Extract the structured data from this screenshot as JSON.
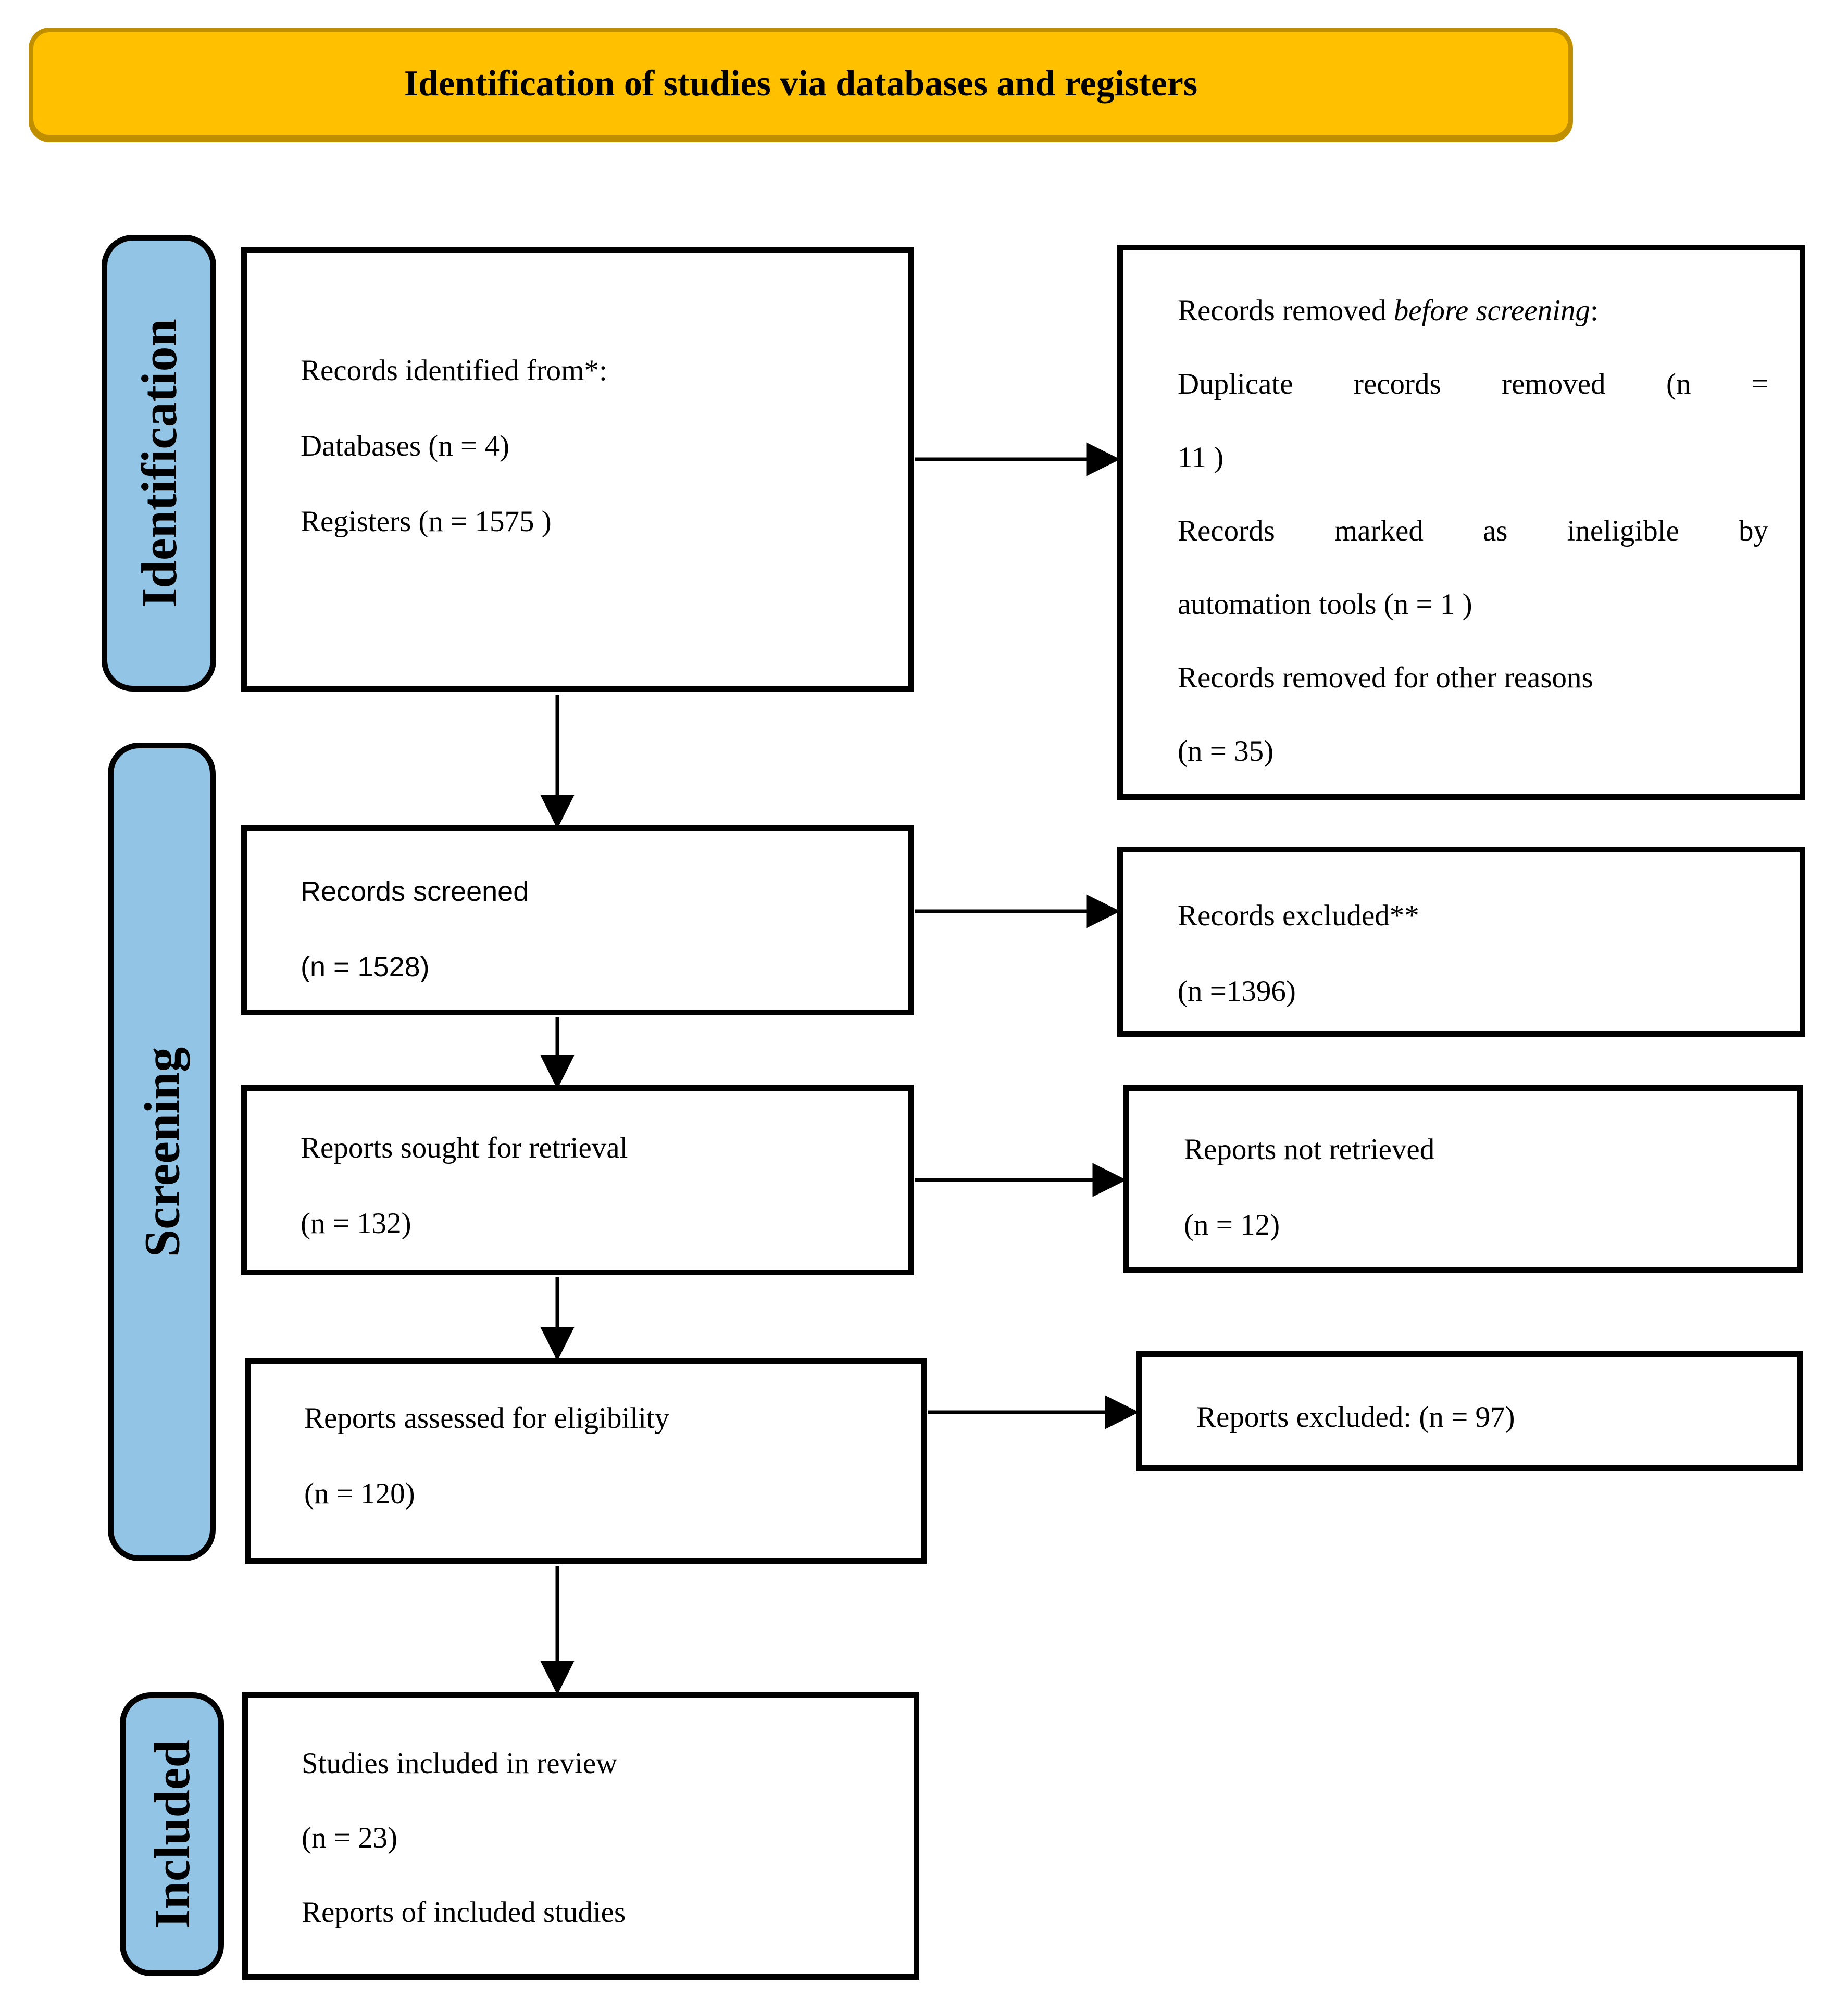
{
  "colors": {
    "banner_fill": "#FFC000",
    "banner_border": "#BF8F00",
    "stage_fill": "#92C4E6",
    "line_color": "#000000"
  },
  "banner": {
    "title": "Identification of studies via databases and registers"
  },
  "stages": [
    {
      "label": "Identification"
    },
    {
      "label": "Screening"
    },
    {
      "label": "Included"
    }
  ],
  "flow": {
    "records_identified": {
      "heading": "Records identified from*:",
      "items": [
        "Databases (n = 4)",
        "Registers (n = 1575 )"
      ]
    },
    "records_removed": {
      "heading_prefix": "Records removed ",
      "heading_italic": "before screening",
      "heading_suffix": ":",
      "lines": [
        "Duplicate records removed (n =",
        "11 )",
        "Records marked as ineligible by",
        "automation tools (n = 1 )",
        "Records removed for other reasons",
        "(n = 35)"
      ]
    },
    "records_screened": {
      "lines": [
        "Records screened",
        "(n = 1528)"
      ]
    },
    "records_excluded": {
      "lines": [
        "Records excluded**",
        "(n =1396)"
      ]
    },
    "reports_sought": {
      "lines": [
        "Reports sought for retrieval",
        "(n = 132)"
      ]
    },
    "reports_not_retrieved": {
      "lines": [
        "Reports not retrieved",
        "(n = 12)"
      ]
    },
    "reports_assessed": {
      "lines": [
        "Reports assessed for eligibility",
        "(n = 120)"
      ]
    },
    "reports_excluded": {
      "line": "Reports excluded: (n = 97)"
    },
    "studies_included": {
      "lines": [
        "Studies included in review",
        "(n = 23)",
        "Reports of included studies"
      ]
    }
  }
}
